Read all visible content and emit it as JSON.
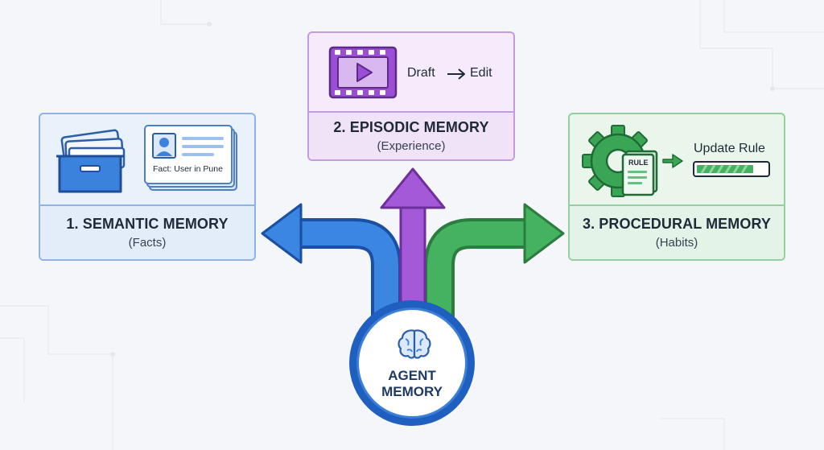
{
  "hub": {
    "label": "AGENT\nMEMORY",
    "icon": "brain-icon"
  },
  "semantic": {
    "title": "1. SEMANTIC MEMORY",
    "subtitle": "(Facts)",
    "fact_text": "Fact: User in Pune",
    "icons": [
      "file-drawer-icon",
      "id-card-icon"
    ],
    "color": "#2f7bdc"
  },
  "episodic": {
    "title": "2. EPISODIC MEMORY",
    "subtitle": "(Experience)",
    "from_label": "Draft",
    "to_label": "Edit",
    "icons": [
      "film-strip-icon",
      "play-icon",
      "arrow-right-icon"
    ],
    "color": "#9b4fd6"
  },
  "procedural": {
    "title": "3. PROCEDURAL MEMORY",
    "subtitle": "(Habits)",
    "action_text": "Update Rule",
    "book_text": "RULE",
    "icons": [
      "gear-icon",
      "rule-book-icon",
      "arrow-right-icon",
      "progress-bar"
    ],
    "color": "#3aa655"
  }
}
